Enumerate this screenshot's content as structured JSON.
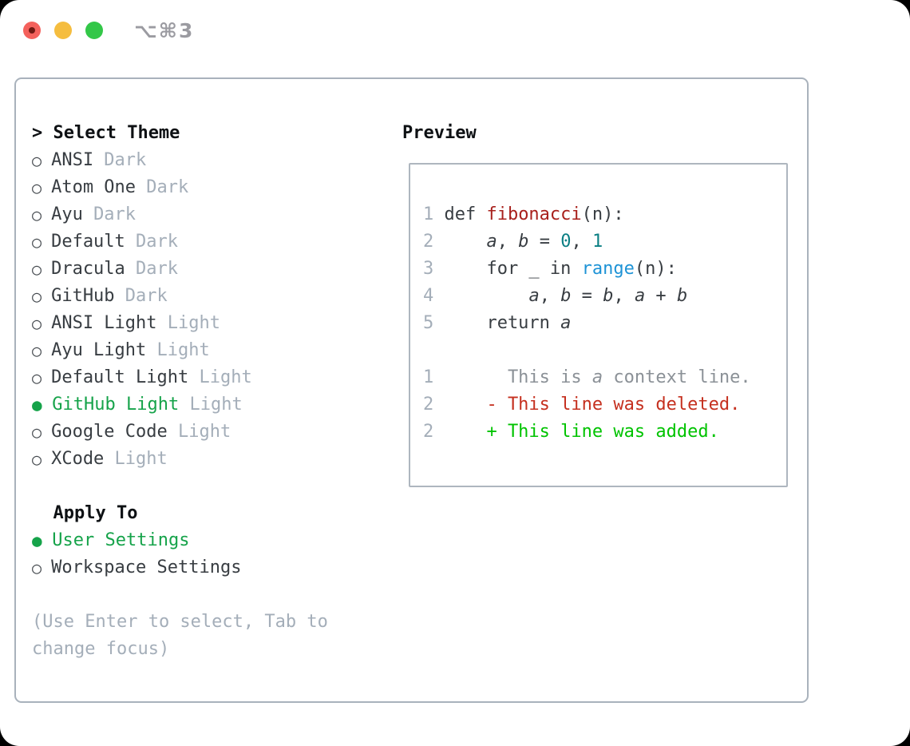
{
  "window": {
    "title": "⌥⌘3"
  },
  "icons": {
    "radio_unselected": "○",
    "radio_selected": "●",
    "header_caret": ">"
  },
  "colors": {
    "accent_green": "#16a34a",
    "added_green": "#00c300",
    "deleted_red": "#c5301f",
    "context_gray": "#8b9197",
    "function_red": "#a8201c",
    "number_teal": "#0b7f84",
    "builtin_blue": "#1e93d6",
    "text_dark": "#383d42",
    "muted_gray": "#a4aeb9",
    "panel_border": "#a9b2bc",
    "traffic_red": "#f4615c",
    "traffic_yellow": "#f5bd3f",
    "traffic_green": "#33c748"
  },
  "theme_picker": {
    "header": "Select Theme",
    "themes": [
      {
        "name": "ANSI",
        "tag": "Dark",
        "selected": false
      },
      {
        "name": "Atom One",
        "tag": "Dark",
        "selected": false
      },
      {
        "name": "Ayu",
        "tag": "Dark",
        "selected": false
      },
      {
        "name": "Default",
        "tag": "Dark",
        "selected": false
      },
      {
        "name": "Dracula",
        "tag": "Dark",
        "selected": false
      },
      {
        "name": "GitHub",
        "tag": "Dark",
        "selected": false
      },
      {
        "name": "ANSI Light",
        "tag": "Light",
        "selected": false
      },
      {
        "name": "Ayu Light",
        "tag": "Light",
        "selected": false
      },
      {
        "name": "Default Light",
        "tag": "Light",
        "selected": false
      },
      {
        "name": "GitHub Light",
        "tag": "Light",
        "selected": true
      },
      {
        "name": "Google Code",
        "tag": "Light",
        "selected": false
      },
      {
        "name": "XCode",
        "tag": "Light",
        "selected": false
      }
    ],
    "apply_to": {
      "header": "Apply To",
      "options": [
        {
          "label": "User Settings",
          "selected": true
        },
        {
          "label": "Workspace Settings",
          "selected": false
        }
      ]
    },
    "hint": "(Use Enter to select, Tab to change focus)"
  },
  "preview": {
    "header": "Preview",
    "lines": [
      {
        "no": "1",
        "tokens": [
          [
            "def ",
            "plain"
          ],
          [
            "fibonacci",
            "funcdef"
          ],
          [
            "(n):",
            "plain"
          ]
        ]
      },
      {
        "no": "2",
        "tokens": [
          [
            "    ",
            "plain"
          ],
          [
            "a",
            "var"
          ],
          [
            ", ",
            "plain"
          ],
          [
            "b",
            "var"
          ],
          [
            " = ",
            "plain"
          ],
          [
            "0",
            "number"
          ],
          [
            ", ",
            "plain"
          ],
          [
            "1",
            "number"
          ]
        ]
      },
      {
        "no": "3",
        "tokens": [
          [
            "    for _ in ",
            "plain"
          ],
          [
            "range",
            "builtin"
          ],
          [
            "(n):",
            "plain"
          ]
        ]
      },
      {
        "no": "4",
        "tokens": [
          [
            "        ",
            "plain"
          ],
          [
            "a",
            "var"
          ],
          [
            ", ",
            "plain"
          ],
          [
            "b",
            "var"
          ],
          [
            " = ",
            "plain"
          ],
          [
            "b",
            "var"
          ],
          [
            ", ",
            "plain"
          ],
          [
            "a",
            "var"
          ],
          [
            " + ",
            "plain"
          ],
          [
            "b",
            "var"
          ]
        ]
      },
      {
        "no": "5",
        "tokens": [
          [
            "    return ",
            "plain"
          ],
          [
            "a",
            "var"
          ]
        ]
      },
      {
        "no": "",
        "tokens": []
      },
      {
        "no": "1",
        "tokens": [
          [
            "      This is ",
            "context"
          ],
          [
            "a",
            "context-var"
          ],
          [
            " context line.",
            "context"
          ]
        ]
      },
      {
        "no": "2",
        "tokens": [
          [
            "    - This line was deleted.",
            "deleted"
          ]
        ]
      },
      {
        "no": "2",
        "tokens": [
          [
            "    + This line was added.",
            "added"
          ]
        ]
      }
    ]
  }
}
